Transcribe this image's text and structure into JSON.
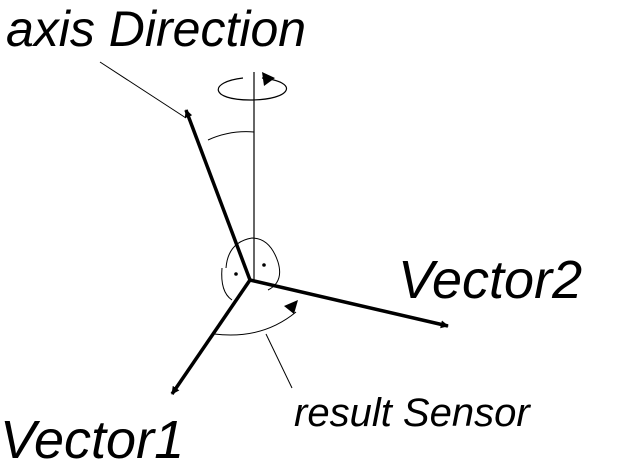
{
  "labels": {
    "axis_direction": "axis Direction",
    "vector2": "Vector2",
    "vector1": "Vector1",
    "result_sensor": "result Sensor"
  },
  "colors": {
    "ink": "#000000",
    "background": "#ffffff"
  },
  "icons": {
    "rotation": "rotation-arrow-icon",
    "right_angle": "right-angle-dot-icon"
  }
}
